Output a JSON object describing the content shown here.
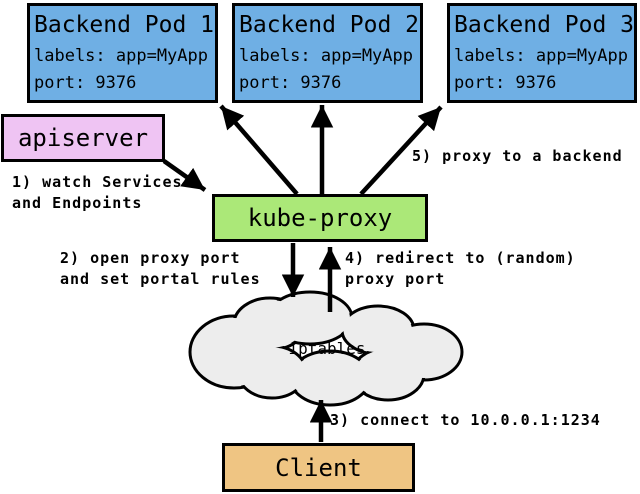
{
  "pods": [
    {
      "title": "Backend Pod 1",
      "labels": "labels: app=MyApp",
      "port": "port: 9376"
    },
    {
      "title": "Backend Pod 2",
      "labels": "labels: app=MyApp",
      "port": "port: 9376"
    },
    {
      "title": "Backend Pod 3",
      "labels": "labels: app=MyApp",
      "port": "port: 9376"
    }
  ],
  "nodes": {
    "apiserver": "apiserver",
    "kube_proxy": "kube-proxy",
    "iptables": "iptables",
    "client": "Client"
  },
  "annotations": {
    "step1": "1) watch Services\nand Endpoints",
    "step2": "2) open proxy port\nand set portal rules",
    "step3": "3) connect to 10.0.0.1:1234",
    "step4": "4) redirect to (random)\nproxy port",
    "step5": "5) proxy to a backend"
  },
  "colors": {
    "pod_fill": "#6FAFE4",
    "apiserver_fill": "#EFC4F3",
    "kube_proxy_fill": "#ABE878",
    "client_fill": "#EFC583",
    "cloud_fill": "#EDEDED",
    "line": "#000000"
  }
}
